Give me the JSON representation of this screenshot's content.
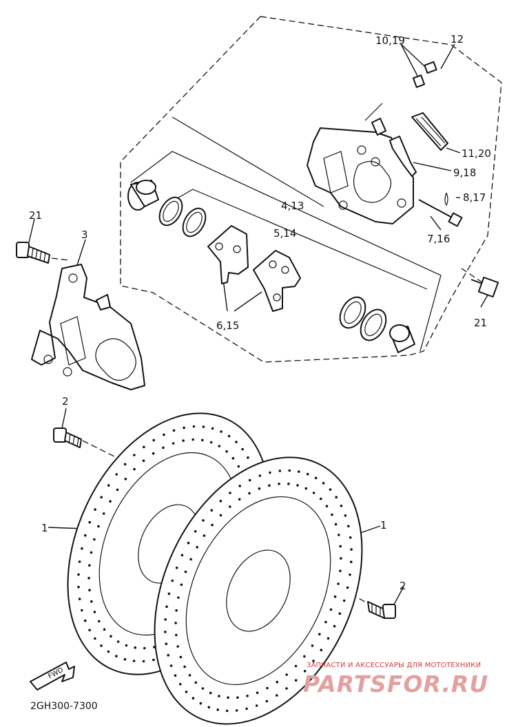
{
  "labels": {
    "l_10_19": "10,19",
    "l_12": "12",
    "l_11_20": "11,20",
    "l_9_18": "9,18",
    "l_8_17": "8,17",
    "l_4_13": "4,13",
    "l_5_14": "5,14",
    "l_7_16": "7,16",
    "l_6_15": "6,15",
    "l_21_left": "21",
    "l_21_right": "21",
    "l_3": "3",
    "l_2_top": "2",
    "l_2_bottom": "2",
    "l_1_left": "1",
    "l_1_right": "1"
  },
  "fwd_label": "FWD",
  "diagram_code": "2GH300-7300",
  "watermark": {
    "caption": "ЗАПЧАСТИ И АКСЕССУАРЫ ДЛЯ МОТОТЕХНИКИ",
    "logo_text": "PARTSFOR.RU"
  }
}
